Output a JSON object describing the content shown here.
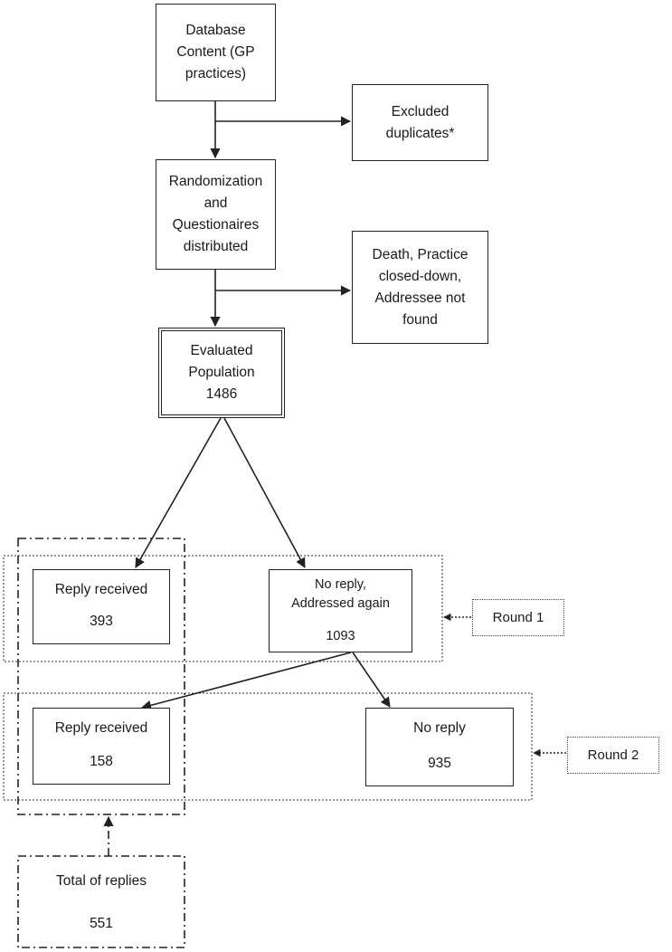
{
  "nodes": {
    "database": {
      "lines": [
        "Database",
        "Content (GP",
        "practices)"
      ]
    },
    "excluded": {
      "lines": [
        "Excluded",
        "duplicates*"
      ]
    },
    "randomization": {
      "lines": [
        "Randomization",
        "and",
        "Questionaires",
        "distributed"
      ]
    },
    "death": {
      "lines": [
        "Death, Practice",
        "closed-down,",
        "Addressee not",
        "found"
      ]
    },
    "evaluated": {
      "lines": [
        "Evaluated",
        "Population",
        "1486"
      ]
    },
    "reply1": {
      "label": "Reply received",
      "value": "393"
    },
    "noreply1": {
      "label_lines": [
        "No reply,",
        "Addressed again"
      ],
      "value": "1093"
    },
    "round1": {
      "label": "Round 1"
    },
    "reply2": {
      "label": "Reply received",
      "value": "158"
    },
    "noreply2": {
      "label": "No reply",
      "value": "935"
    },
    "round2": {
      "label": "Round 2"
    },
    "total": {
      "label": "Total of replies",
      "value": "551"
    }
  }
}
